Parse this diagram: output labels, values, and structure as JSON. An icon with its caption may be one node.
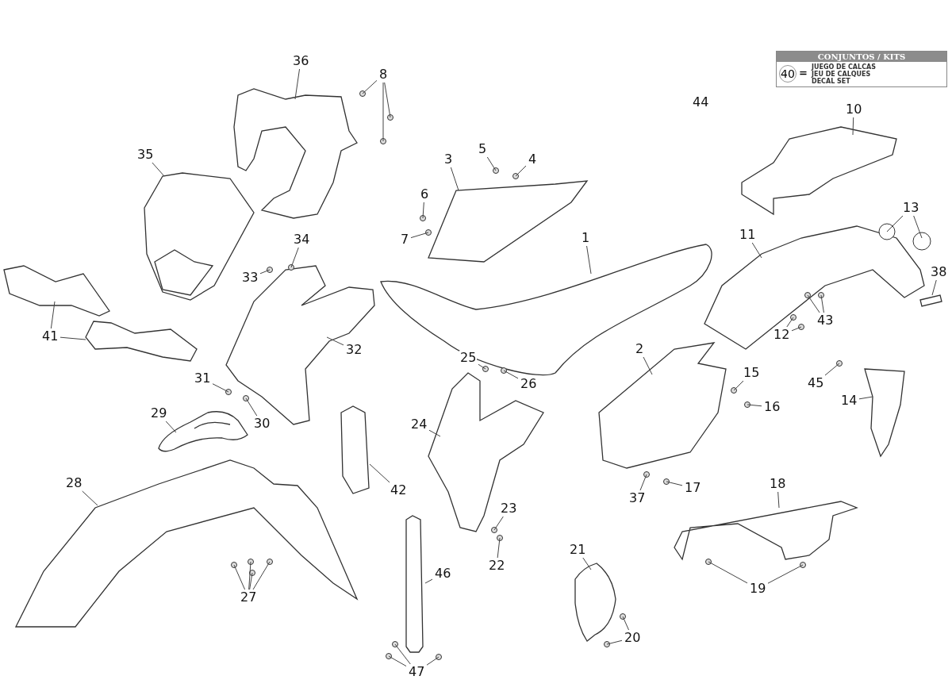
{
  "diagram": {
    "nodes": [
      {
        "text": [
          "36"
        ]
      },
      {
        "text": [
          "8"
        ]
      },
      {
        "text": [
          "35"
        ]
      },
      {
        "text": [
          "10"
        ]
      },
      {
        "text": [
          "5"
        ]
      },
      {
        "text": [
          "3"
        ]
      },
      {
        "text": [
          "4"
        ]
      },
      {
        "text": [
          "6"
        ]
      },
      {
        "text": [
          "13"
        ]
      },
      {
        "text": [
          "7"
        ]
      },
      {
        "text": [
          "34"
        ]
      },
      {
        "text": [
          "1"
        ]
      },
      {
        "text": [
          "11"
        ]
      },
      {
        "text": [
          "33"
        ]
      },
      {
        "text": [
          "38"
        ]
      },
      {
        "text": [
          "43"
        ]
      },
      {
        "text": [
          "41"
        ]
      },
      {
        "text": [
          "12"
        ]
      },
      {
        "text": [
          "32"
        ]
      },
      {
        "text": [
          "2"
        ]
      },
      {
        "text": [
          "25"
        ]
      },
      {
        "text": [
          "15"
        ]
      },
      {
        "text": [
          "31"
        ]
      },
      {
        "text": [
          "45"
        ]
      },
      {
        "text": [
          "26"
        ]
      },
      {
        "text": [
          "16"
        ]
      },
      {
        "text": [
          "14"
        ]
      },
      {
        "text": [
          "29"
        ]
      },
      {
        "text": [
          "30"
        ]
      },
      {
        "text": [
          "24"
        ]
      },
      {
        "text": [
          "28"
        ]
      },
      {
        "text": [
          "42"
        ]
      },
      {
        "text": [
          "37"
        ]
      },
      {
        "text": [
          "17"
        ]
      },
      {
        "text": [
          "18"
        ]
      },
      {
        "text": [
          "23"
        ]
      },
      {
        "text": [
          "21"
        ]
      },
      {
        "text": [
          "22"
        ]
      },
      {
        "text": [
          "46"
        ]
      },
      {
        "text": [
          "27"
        ]
      },
      {
        "text": [
          "19"
        ]
      },
      {
        "text": [
          "20"
        ]
      },
      {
        "text": [
          "47"
        ]
      }
    ],
    "edges": [
      {
        "from": 0,
        "to": null,
        "arrow": "none"
      },
      {
        "from": 1,
        "to": null,
        "arrow": "none"
      },
      {
        "from": 1,
        "to": null,
        "arrow": "none"
      },
      {
        "from": 1,
        "to": null,
        "arrow": "none"
      },
      {
        "from": 2,
        "to": null,
        "arrow": "none"
      },
      {
        "from": 3,
        "to": null,
        "arrow": "none"
      },
      {
        "from": 4,
        "to": null,
        "arrow": "none"
      },
      {
        "from": 5,
        "to": null,
        "arrow": "none"
      },
      {
        "from": 6,
        "to": null,
        "arrow": "none"
      },
      {
        "from": 7,
        "to": null,
        "arrow": "none"
      },
      {
        "from": 8,
        "to": null,
        "arrow": "none"
      },
      {
        "from": 8,
        "to": null,
        "arrow": "none"
      },
      {
        "from": 9,
        "to": null,
        "arrow": "none"
      },
      {
        "from": 10,
        "to": null,
        "arrow": "none"
      },
      {
        "from": 11,
        "to": null,
        "arrow": "none"
      },
      {
        "from": 12,
        "to": null,
        "arrow": "none"
      },
      {
        "from": 13,
        "to": null,
        "arrow": "none"
      },
      {
        "from": 14,
        "to": null,
        "arrow": "none"
      },
      {
        "from": 15,
        "to": null,
        "arrow": "none"
      },
      {
        "from": 15,
        "to": null,
        "arrow": "none"
      },
      {
        "from": 16,
        "to": null,
        "arrow": "none"
      },
      {
        "from": 16,
        "to": null,
        "arrow": "none"
      },
      {
        "from": 17,
        "to": null,
        "arrow": "none"
      },
      {
        "from": 17,
        "to": null,
        "arrow": "none"
      },
      {
        "from": 18,
        "to": null,
        "arrow": "none"
      },
      {
        "from": 19,
        "to": null,
        "arrow": "none"
      },
      {
        "from": 20,
        "to": null,
        "arrow": "none"
      },
      {
        "from": 21,
        "to": null,
        "arrow": "none"
      },
      {
        "from": 22,
        "to": null,
        "arrow": "none"
      },
      {
        "from": 23,
        "to": null,
        "arrow": "none"
      },
      {
        "from": 24,
        "to": null,
        "arrow": "none"
      },
      {
        "from": 25,
        "to": null,
        "arrow": "none"
      },
      {
        "from": 26,
        "to": null,
        "arrow": "none"
      },
      {
        "from": 27,
        "to": null,
        "arrow": "none"
      },
      {
        "from": 28,
        "to": null,
        "arrow": "none"
      },
      {
        "from": 29,
        "to": null,
        "arrow": "none"
      },
      {
        "from": 30,
        "to": null,
        "arrow": "none"
      },
      {
        "from": 31,
        "to": null,
        "arrow": "none"
      },
      {
        "from": 32,
        "to": null,
        "arrow": "none"
      },
      {
        "from": 33,
        "to": null,
        "arrow": "none"
      },
      {
        "from": 34,
        "to": null,
        "arrow": "none"
      },
      {
        "from": 35,
        "to": null,
        "arrow": "none"
      },
      {
        "from": 36,
        "to": null,
        "arrow": "none"
      },
      {
        "from": 37,
        "to": null,
        "arrow": "none"
      },
      {
        "from": 38,
        "to": null,
        "arrow": "none"
      },
      {
        "from": 39,
        "to": null,
        "arrow": "none"
      },
      {
        "from": 39,
        "to": null,
        "arrow": "none"
      },
      {
        "from": 39,
        "to": null,
        "arrow": "none"
      },
      {
        "from": 39,
        "to": null,
        "arrow": "none"
      },
      {
        "from": 40,
        "to": null,
        "arrow": "none"
      },
      {
        "from": 40,
        "to": null,
        "arrow": "none"
      },
      {
        "from": 41,
        "to": null,
        "arrow": "none"
      },
      {
        "from": 41,
        "to": null,
        "arrow": "none"
      },
      {
        "from": 42,
        "to": null,
        "arrow": "none"
      },
      {
        "from": 42,
        "to": null,
        "arrow": "none"
      },
      {
        "from": 42,
        "to": null,
        "arrow": "none"
      }
    ],
    "labels": [
      "CONJUNTOS / KITS",
      "40",
      "=",
      "JUEGO DE CALCAS",
      "JEU DE CALQUES",
      "DECAL SET",
      "44"
    ]
  }
}
